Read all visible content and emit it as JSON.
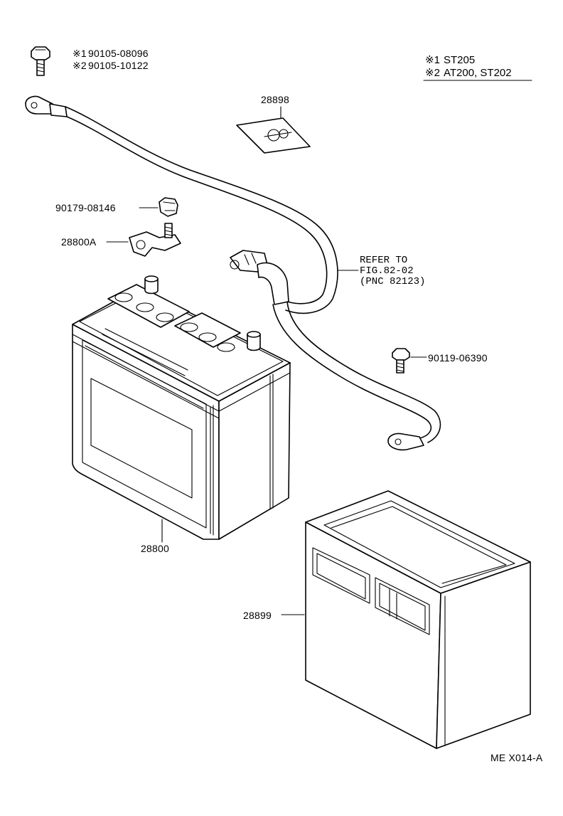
{
  "legend": {
    "note1_mark": "※1",
    "note1_text": "ST205",
    "note2_mark": "※2",
    "note2_text": "AT200, ST202"
  },
  "bolt_parts": {
    "line1_mark": "※1",
    "line1_part": "90105-08096",
    "line2_mark": "※2",
    "line2_part": "90105-10122"
  },
  "callouts": {
    "sticker": "28898",
    "nut": "90179-08146",
    "clamp": "28800A",
    "battery": "28800",
    "tray": "28899",
    "bolt_right": "90119-06390"
  },
  "cable_ref": {
    "line1": "REFER TO",
    "line2": "FIG.82-02",
    "line3": "(PNC 82123)"
  },
  "footer": {
    "code": "ME X014-A"
  }
}
